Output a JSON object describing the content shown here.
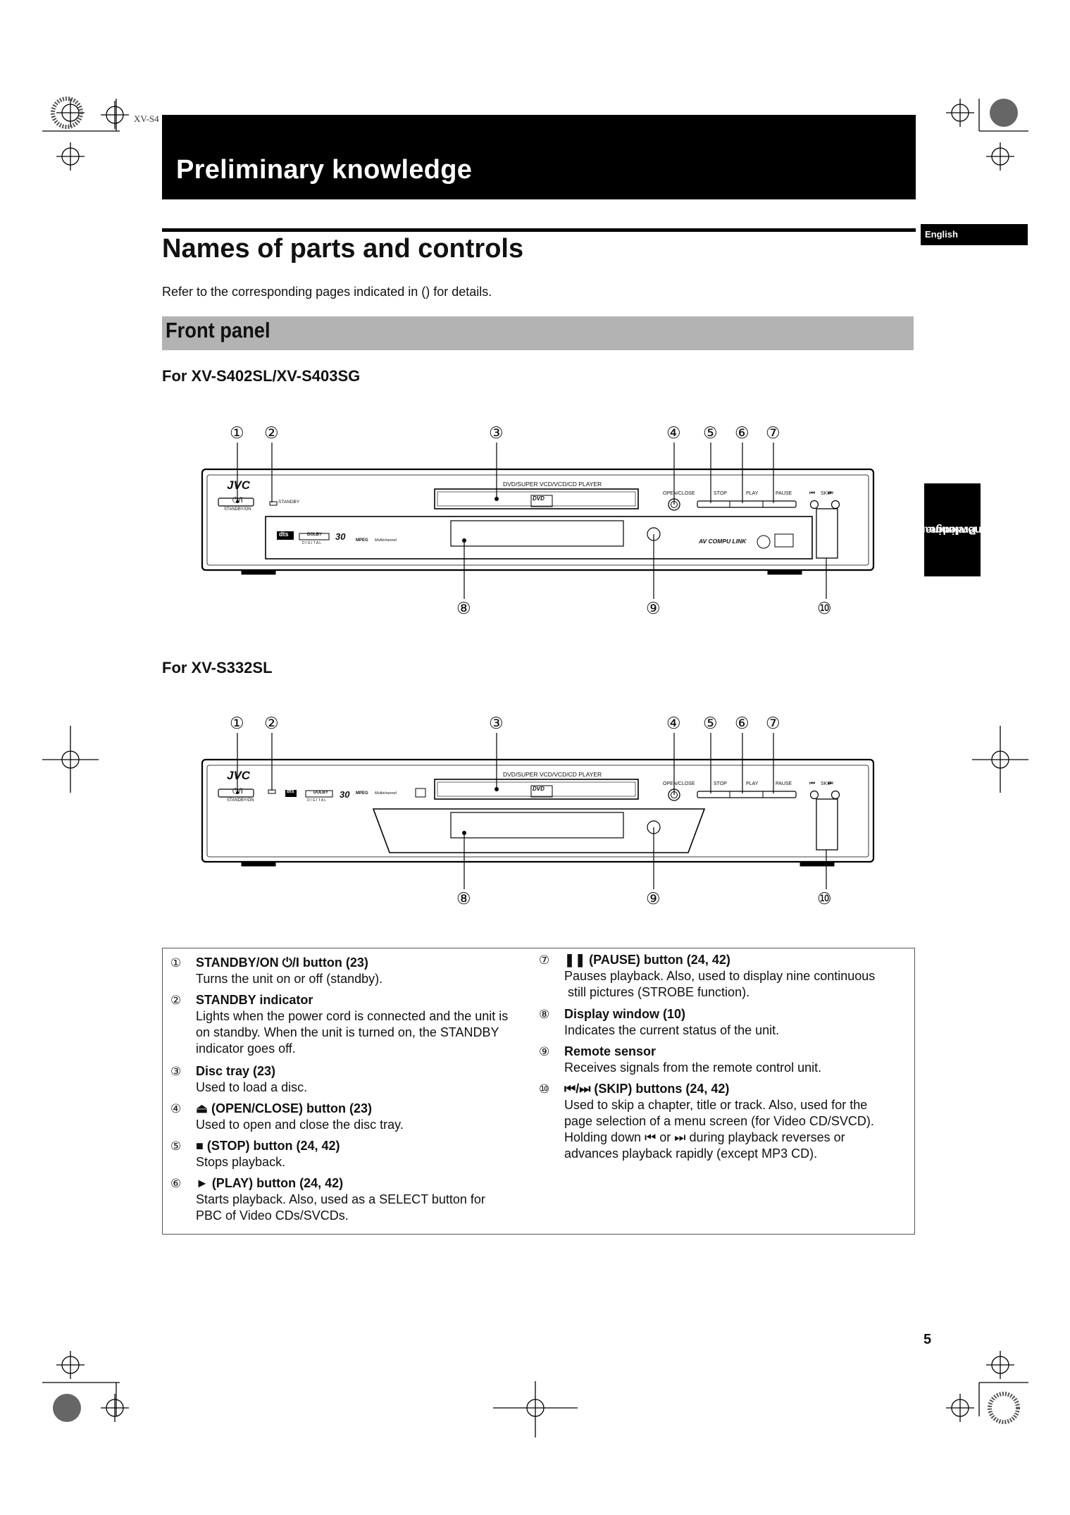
{
  "header": {
    "job_code": "XV-S4",
    "title": "Preliminary knowledge"
  },
  "language_tab": "English",
  "side_tab": {
    "line1": "Preliminary",
    "line2": "knowledge"
  },
  "page_title": "Names of parts and controls",
  "intro": "Refer to the corresponding pages indicated in () for details.",
  "section_title": "Front panel",
  "models": [
    {
      "heading": "For XV-S402SL/XV-S403SG"
    },
    {
      "heading": "For XV-S332SL"
    }
  ],
  "callouts": [
    "①",
    "②",
    "③",
    "④",
    "⑤",
    "⑥",
    "⑦",
    "⑧",
    "⑨",
    "⑩"
  ],
  "panel_labels": {
    "brand": "JVC",
    "player_type": "DVD/SUPER VCD/VCD/CD PLAYER",
    "standby": "STANDBY",
    "standby_on": "STANDBY/ON",
    "open_close": "OPEN/CLOSE",
    "stop": "STOP",
    "play": "PLAY",
    "pause": "PAUSE",
    "skip": "SKIP",
    "dvd_logo": "DVD",
    "compu_link": "AV COMPU LINK",
    "dolby": "DOLBY",
    "digital": "D I G I T A L",
    "dts": "dts",
    "mpeg": "MPEG",
    "multichannel": "Multichannel",
    "thirty": "30"
  },
  "descriptions": {
    "left": [
      {
        "num": "①",
        "heading": "STANDBY/ON ⏻/I button (23)",
        "lines": [
          "Turns the unit on or off (standby)."
        ]
      },
      {
        "num": "②",
        "heading": "STANDBY indicator",
        "lines": [
          "Lights when the power cord is connected and the unit is",
          "on standby. When the unit is turned on, the STANDBY",
          "indicator goes off."
        ]
      },
      {
        "num": "③",
        "heading": "Disc tray (23)",
        "lines": [
          "Used to load a disc."
        ]
      },
      {
        "num": "④",
        "heading": "⏏ (OPEN/CLOSE) button (23)",
        "lines": [
          "Used to open and close the disc tray."
        ]
      },
      {
        "num": "⑤",
        "heading": "■ (STOP) button (24, 42)",
        "lines": [
          "Stops playback."
        ]
      },
      {
        "num": "⑥",
        "heading": "► (PLAY) button (24, 42)",
        "lines": [
          "Starts playback. Also, used as a SELECT button for",
          "PBC of Video CDs/SVCDs."
        ]
      }
    ],
    "right": [
      {
        "num": "⑦",
        "heading": "❚❚ (PAUSE) button (24, 42)",
        "lines": [
          "Pauses playback. Also, used to display nine continuous",
          " still pictures (STROBE function)."
        ]
      },
      {
        "num": "⑧",
        "heading": "Display window (10)",
        "lines": [
          "Indicates the current status of the unit."
        ]
      },
      {
        "num": "⑨",
        "heading": "Remote sensor",
        "lines": [
          "Receives signals from the remote control unit."
        ]
      },
      {
        "num": "⑩",
        "heading": "⏮/⏭ (SKIP) buttons (24, 42)",
        "lines": [
          "Used to skip a chapter, title or track. Also, used for the",
          "page selection of a menu screen (for Video CD/SVCD).",
          "Holding down ⏮ or ⏭ during playback reverses or",
          "advances playback rapidly (except MP3 CD)."
        ]
      }
    ]
  },
  "page_number": "5"
}
